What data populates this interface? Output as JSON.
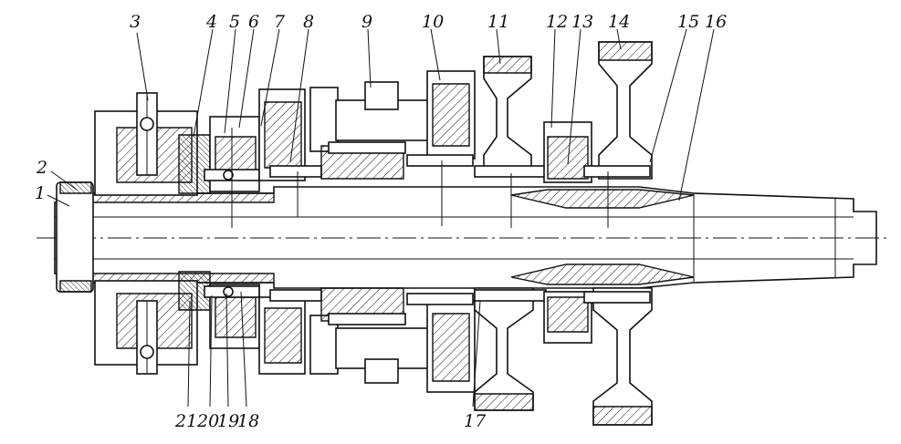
{
  "callouts": [
    {
      "id": "1",
      "label": "1"
    },
    {
      "id": "2",
      "label": "2"
    },
    {
      "id": "3",
      "label": "3"
    },
    {
      "id": "4",
      "label": "4"
    },
    {
      "id": "5",
      "label": "5"
    },
    {
      "id": "6",
      "label": "6"
    },
    {
      "id": "7",
      "label": "7"
    },
    {
      "id": "8",
      "label": "8"
    },
    {
      "id": "9",
      "label": "9"
    },
    {
      "id": "10",
      "label": "10"
    },
    {
      "id": "11",
      "label": "11"
    },
    {
      "id": "12",
      "label": "12"
    },
    {
      "id": "13",
      "label": "13"
    },
    {
      "id": "14",
      "label": "14"
    },
    {
      "id": "15",
      "label": "15"
    },
    {
      "id": "16",
      "label": "16"
    },
    {
      "id": "17",
      "label": "17"
    },
    {
      "id": "18",
      "label": "18"
    },
    {
      "id": "19",
      "label": "19"
    },
    {
      "id": "20",
      "label": "20"
    },
    {
      "id": "21",
      "label": "21"
    }
  ],
  "colors": {
    "line": "#111111",
    "background": "#ffffff"
  }
}
